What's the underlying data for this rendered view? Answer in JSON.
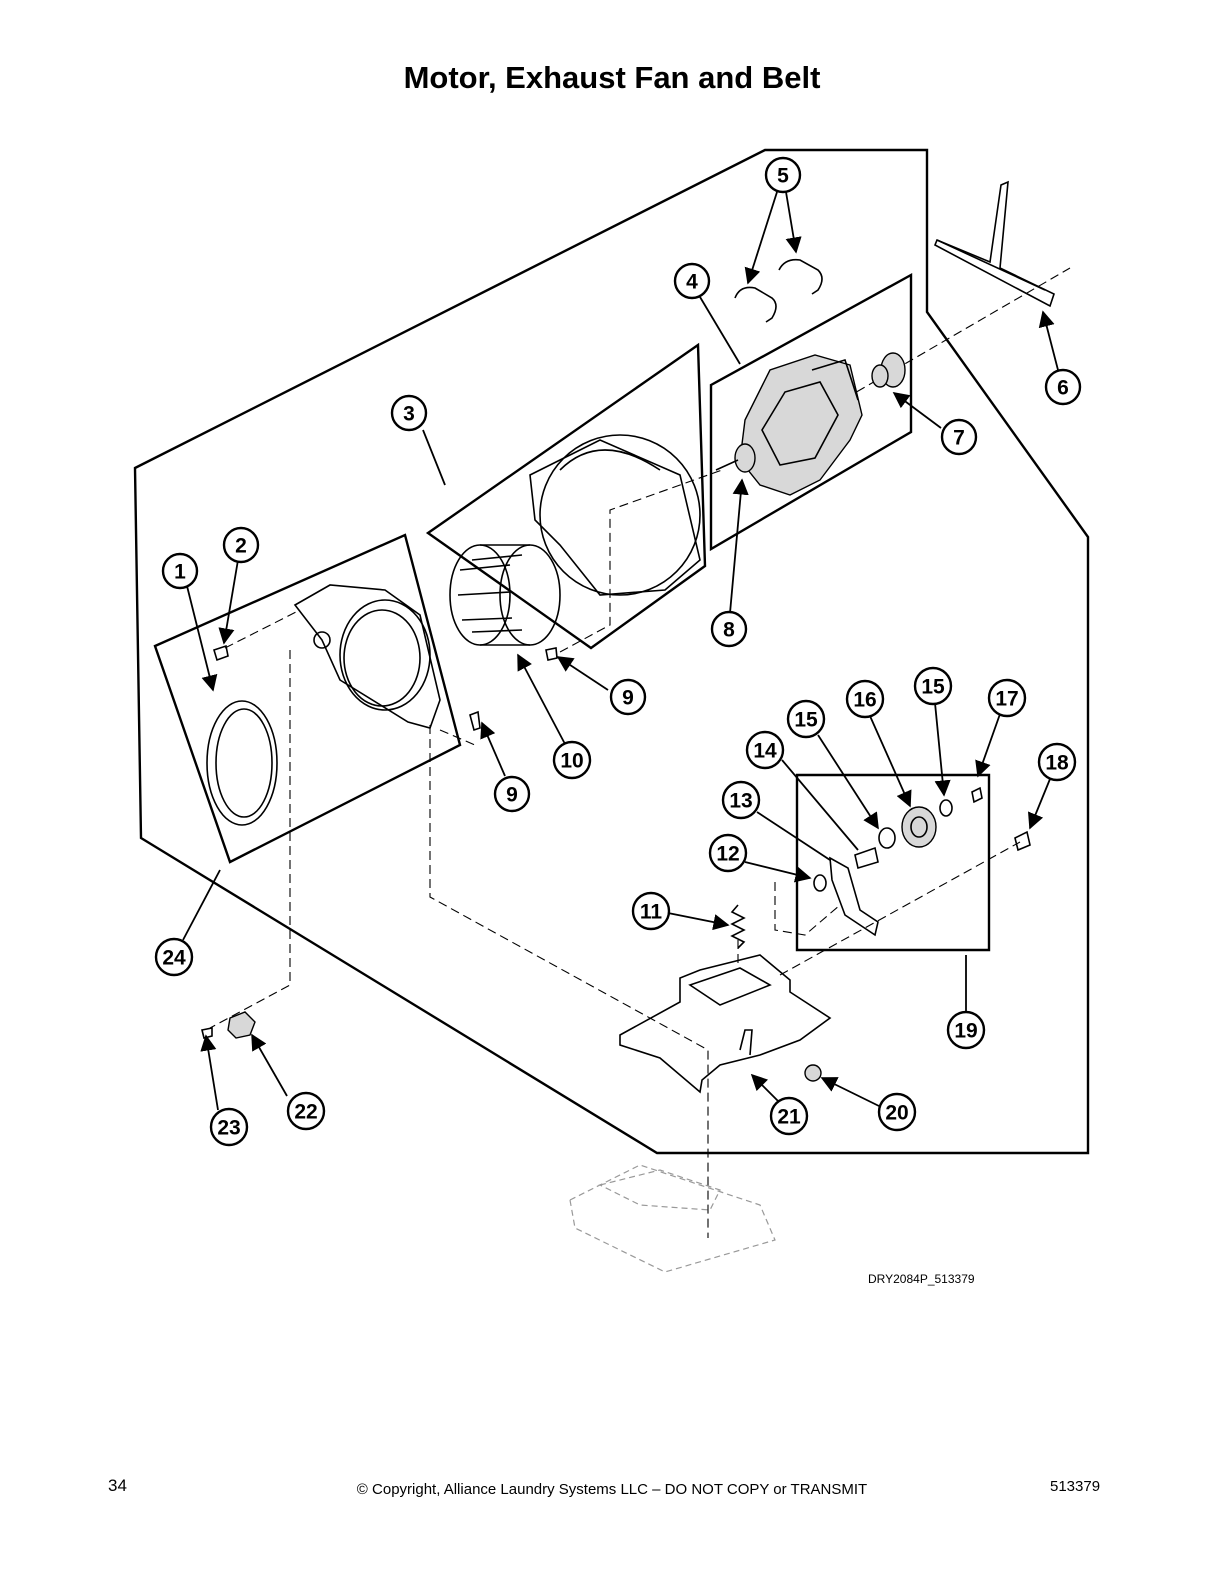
{
  "page": {
    "title": "Motor, Exhaust Fan and Belt",
    "drawing_id": "DRY2084P_513379",
    "page_number": "34",
    "copyright": "© Copyright, Alliance Laundry Systems LLC – DO NOT COPY or TRANSMIT",
    "doc_number": "513379"
  },
  "callouts": [
    "1",
    "2",
    "3",
    "4",
    "5",
    "6",
    "7",
    "8",
    "9",
    "9",
    "10",
    "11",
    "12",
    "13",
    "14",
    "15",
    "15",
    "16",
    "17",
    "18",
    "19",
    "20",
    "21",
    "22",
    "23",
    "24"
  ]
}
